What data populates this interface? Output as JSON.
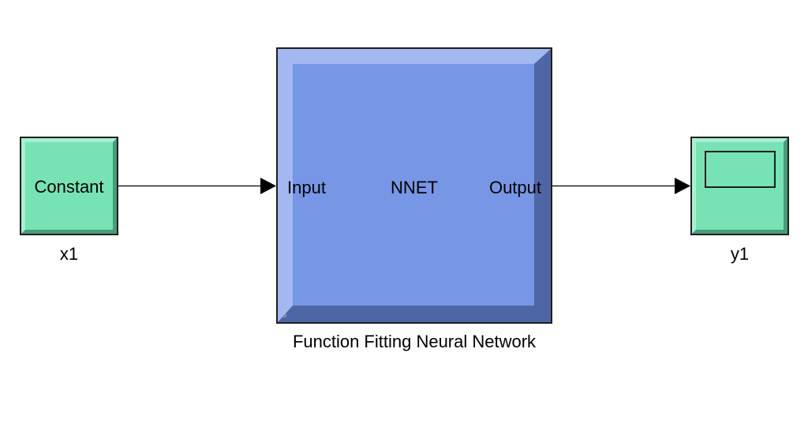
{
  "diagram": {
    "blocks": {
      "constant": {
        "text": "Constant",
        "name": "x1",
        "color": "#77e3b4"
      },
      "nnet": {
        "title": "NNET",
        "input_port": "Input",
        "output_port": "Output",
        "name": "Function Fitting Neural Network",
        "color": "#7797e6",
        "mask_icon": "down-arrow-icon"
      },
      "scope": {
        "name": "y1",
        "color": "#77e3b4",
        "icon": "scope-screen-icon"
      }
    },
    "connections": [
      {
        "from": "constant",
        "to": "nnet.input"
      },
      {
        "from": "nnet.output",
        "to": "scope"
      }
    ]
  }
}
